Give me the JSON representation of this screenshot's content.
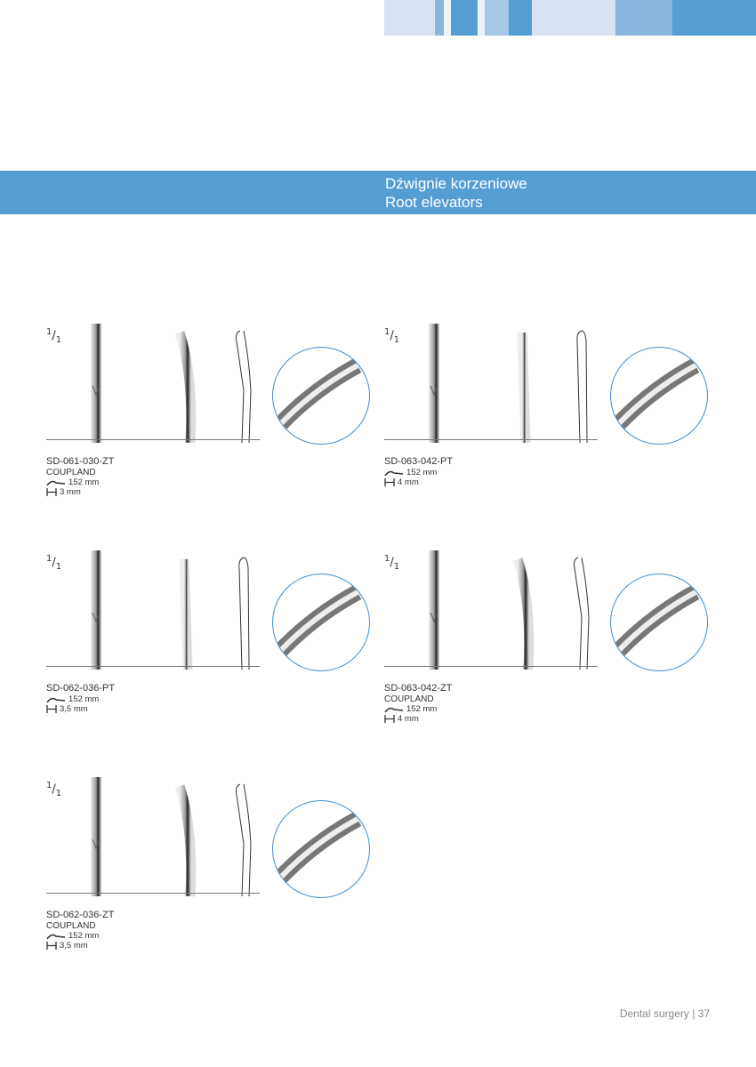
{
  "header_bar": {
    "colors": [
      "#d7e3f3",
      "#88b4de",
      "#eef3fa",
      "#559ed4",
      "#eef3fa",
      "#a7c7e6",
      "#559ed4",
      "#d7e3f3",
      "#88b4de",
      "#559ed4"
    ]
  },
  "banner": {
    "title_pl": "Dźwignie korzeniowe",
    "title_en": "Root elevators"
  },
  "products": [
    {
      "scale_num": "1",
      "scale_den": "1",
      "code": "SD-061-030-ZT",
      "brand": "COUPLAND",
      "length": "152 mm",
      "width": "3 mm",
      "bend": "curved"
    },
    {
      "scale_num": "1",
      "scale_den": "1",
      "code": "SD-063-042-PT",
      "brand": "",
      "length": "152 mm",
      "width": "4 mm",
      "bend": "straight"
    },
    {
      "scale_num": "1",
      "scale_den": "1",
      "code": "SD-062-036-PT",
      "brand": "",
      "length": "152 mm",
      "width": "3,5 mm",
      "bend": "straight"
    },
    {
      "scale_num": "1",
      "scale_den": "1",
      "code": "SD-063-042-ZT",
      "brand": "COUPLAND",
      "length": "152 mm",
      "width": "4 mm",
      "bend": "curved"
    },
    {
      "scale_num": "1",
      "scale_den": "1",
      "code": "SD-062-036-ZT",
      "brand": "COUPLAND",
      "length": "152 mm",
      "width": "3,5 mm",
      "bend": "curved"
    }
  ],
  "footer": {
    "text": "Dental surgery | 37"
  }
}
